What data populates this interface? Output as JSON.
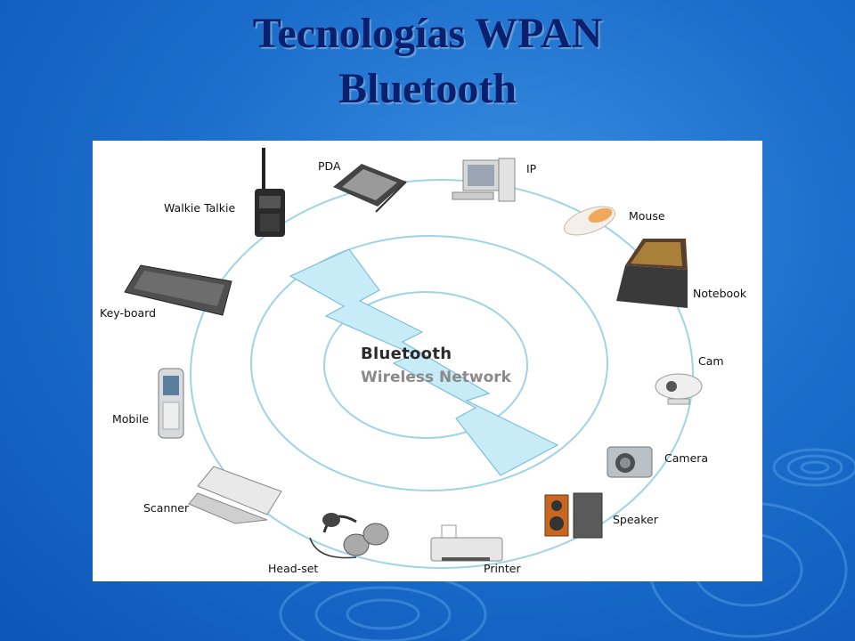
{
  "slide": {
    "title_line1": "Tecnologías WPAN",
    "title_line2": "Bluetooth"
  },
  "diagram": {
    "center_title": "Bluetooth",
    "center_subtitle": "Wireless Network",
    "devices": [
      {
        "label": "PDA",
        "icon": "pda-icon"
      },
      {
        "label": "IP",
        "icon": "desktop-computer-icon"
      },
      {
        "label": "Mouse",
        "icon": "mouse-icon"
      },
      {
        "label": "Notebook",
        "icon": "notebook-icon"
      },
      {
        "label": "Cam",
        "icon": "webcam-icon"
      },
      {
        "label": "Camera",
        "icon": "camera-icon"
      },
      {
        "label": "Speaker",
        "icon": "speaker-icon"
      },
      {
        "label": "Printer",
        "icon": "printer-icon"
      },
      {
        "label": "Head-set",
        "icon": "headset-icon"
      },
      {
        "label": "Scanner",
        "icon": "scanner-icon"
      },
      {
        "label": "Mobile",
        "icon": "mobile-phone-icon"
      },
      {
        "label": "Key-board",
        "icon": "keyboard-icon"
      },
      {
        "label": "Walkie Talkie",
        "icon": "walkie-talkie-icon"
      }
    ]
  },
  "colors": {
    "background": "#1d6fcc",
    "title": "#0a1f6e",
    "ring": "#9fd3e6",
    "bolt_fill": "#c7ecf7"
  }
}
